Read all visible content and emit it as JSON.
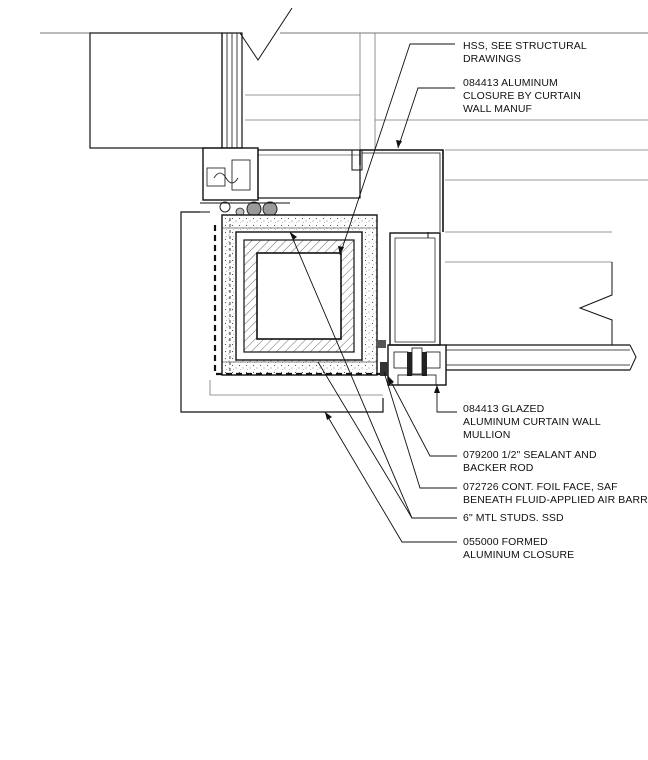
{
  "callouts": [
    {
      "id": "hss",
      "lines": [
        "HSS, SEE STRUCTURAL",
        "DRAWINGS"
      ]
    },
    {
      "id": "closure-cw",
      "lines": [
        "084413 ALUMINUM",
        "CLOSURE BY CURTAIN",
        "WALL MANUF"
      ]
    },
    {
      "id": "mullion",
      "lines": [
        "084413 GLAZED",
        "ALUMINUM CURTAIN WALL",
        "MULLION"
      ]
    },
    {
      "id": "sealant",
      "lines": [
        "079200 1/2\" SEALANT AND",
        "BACKER ROD"
      ]
    },
    {
      "id": "foil",
      "lines": [
        "072726 CONT. FOIL FACE, SAF",
        "BENEATH FLUID-APPLIED AIR BARRIER"
      ]
    },
    {
      "id": "studs",
      "lines": [
        "6\" MTL STUDS. SSD"
      ]
    },
    {
      "id": "formed",
      "lines": [
        "055000 FORMED",
        "ALUMINUM CLOSURE"
      ]
    }
  ]
}
